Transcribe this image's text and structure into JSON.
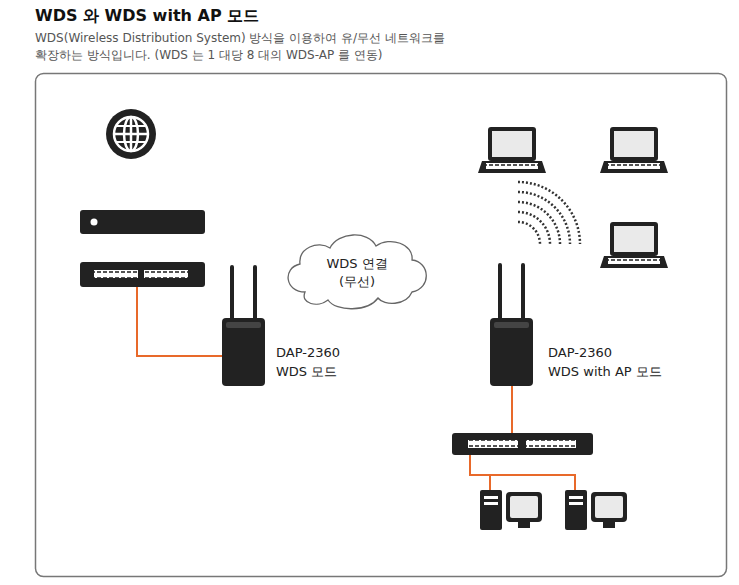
{
  "diagram": {
    "title": "WDS 와 WDS with AP 모드",
    "caption": "WDS(Wireless Distribution System) 방식을 이용하여 유/무선 네트워크를 확장하는 방식입니다. (WDS 는 1 대당 8 대의 WDS-AP 를 연동)",
    "nodes": [
      {
        "text": [
          "WDS 연결 (무선)"
        ]
      },
      {
        "text": [
          "DAP-2360",
          "WDS 모드"
        ]
      },
      {
        "text": [
          "DAP-2360",
          "WDS with AP 모드"
        ]
      }
    ]
  }
}
